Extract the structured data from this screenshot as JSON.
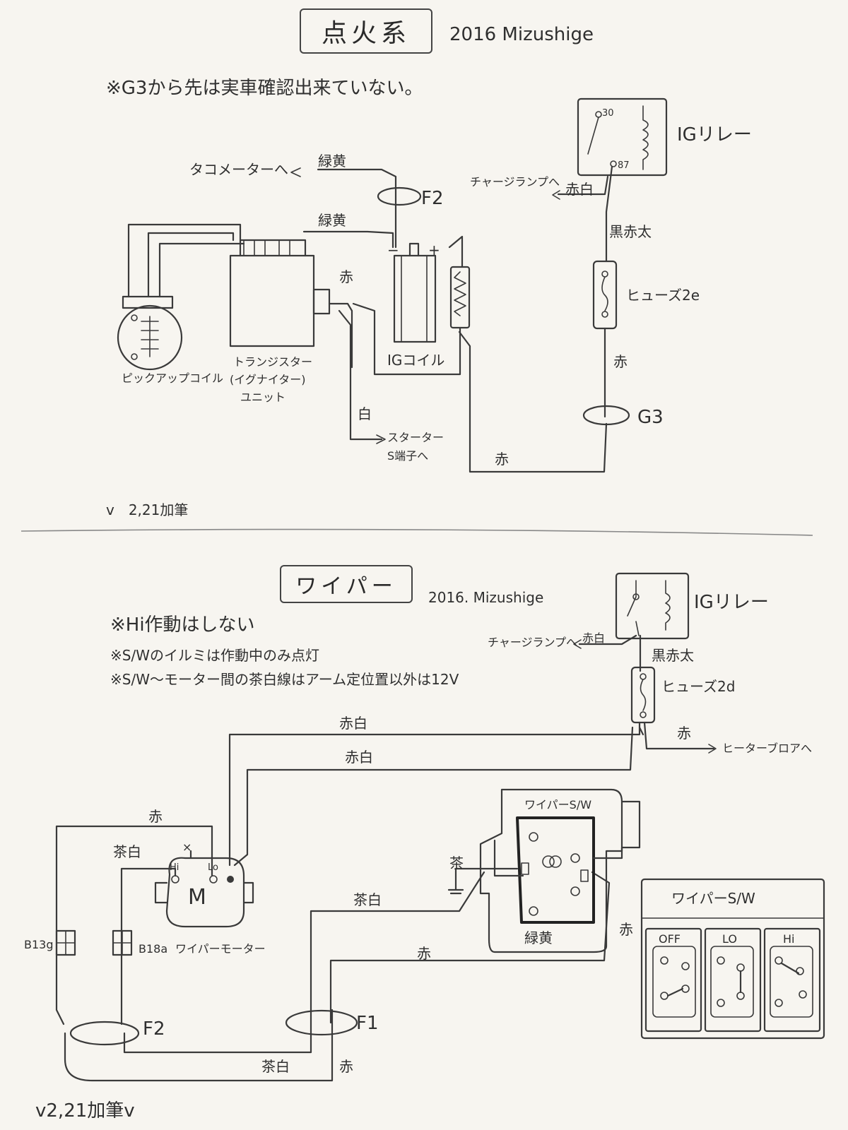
{
  "ignition": {
    "title": "点火系",
    "author": "2016 Mizushige",
    "note": "※G3から先は実車確認出来ていない。",
    "relay_label": "IGリレー",
    "relay_pin_30": "30",
    "relay_pin_87": "87",
    "charge_lamp": "チャージランプへ",
    "wire_red_white": "赤白",
    "wire_black_red_thick": "黒赤太",
    "fuse_label": "ヒューズ2e",
    "wire_red_1": "赤",
    "wire_red_2": "赤",
    "wire_red_3": "赤",
    "g3_label": "G3",
    "tacho": "タコメーターへ",
    "wire_green_yellow_1": "緑黄",
    "wire_green_yellow_2": "緑黄",
    "f2_label": "F2",
    "coil_minus": "−",
    "coil_plus": "+",
    "ig_coil": "IGコイル",
    "pickup_coil": "ピックアップコイル",
    "igniter_line1": "トランジスター",
    "igniter_line2": "(イグナイター)",
    "igniter_line3": "ユニット",
    "wire_white": "白",
    "starter_line1": "スターター",
    "starter_line2": "S端子へ",
    "version": "v　2,21加筆"
  },
  "wiper": {
    "title": "ワイパー",
    "author": "2016. Mizushige",
    "note1": "※Hi作動はしない",
    "note2": "※S/Wのイルミは作動中のみ点灯",
    "note3": "※S/W〜モーター間の茶白線はアーム定位置以外は12V",
    "relay_label": "IGリレー",
    "charge_lamp": "チャージランプへ",
    "wire_red_white_top": "赤白",
    "wire_black_red_thick": "黒赤太",
    "fuse_label": "ヒューズ2d",
    "wire_red_heater": "赤",
    "heater": "ヒーターブロアへ",
    "wire_red_white_1": "赤白",
    "wire_red_white_2": "赤白",
    "wire_red_motor": "赤",
    "wire_brown_white_motor": "茶白",
    "motor_symbol": "M",
    "motor_x": "×",
    "motor_hi": "Hi",
    "motor_lo": "Lo",
    "motor_label": "ワイパーモーター",
    "conn_b13g": "B13g",
    "conn_b18a": "B18a",
    "switch_title": "ワイパーS/W",
    "wire_brown": "茶",
    "wire_brown_white_mid": "茶白",
    "wire_green_yellow": "緑黄",
    "wire_red_switch": "赤",
    "wire_red_f1": "赤",
    "f2_label": "F2",
    "f1_label": "F1",
    "wire_brown_white_bottom": "茶白",
    "wire_red_bottom": "赤",
    "sw_panel_title": "ワイパーS/W",
    "pos_off": "OFF",
    "pos_lo": "LO",
    "pos_hi": "Hi",
    "version": "v2,21加筆v"
  }
}
